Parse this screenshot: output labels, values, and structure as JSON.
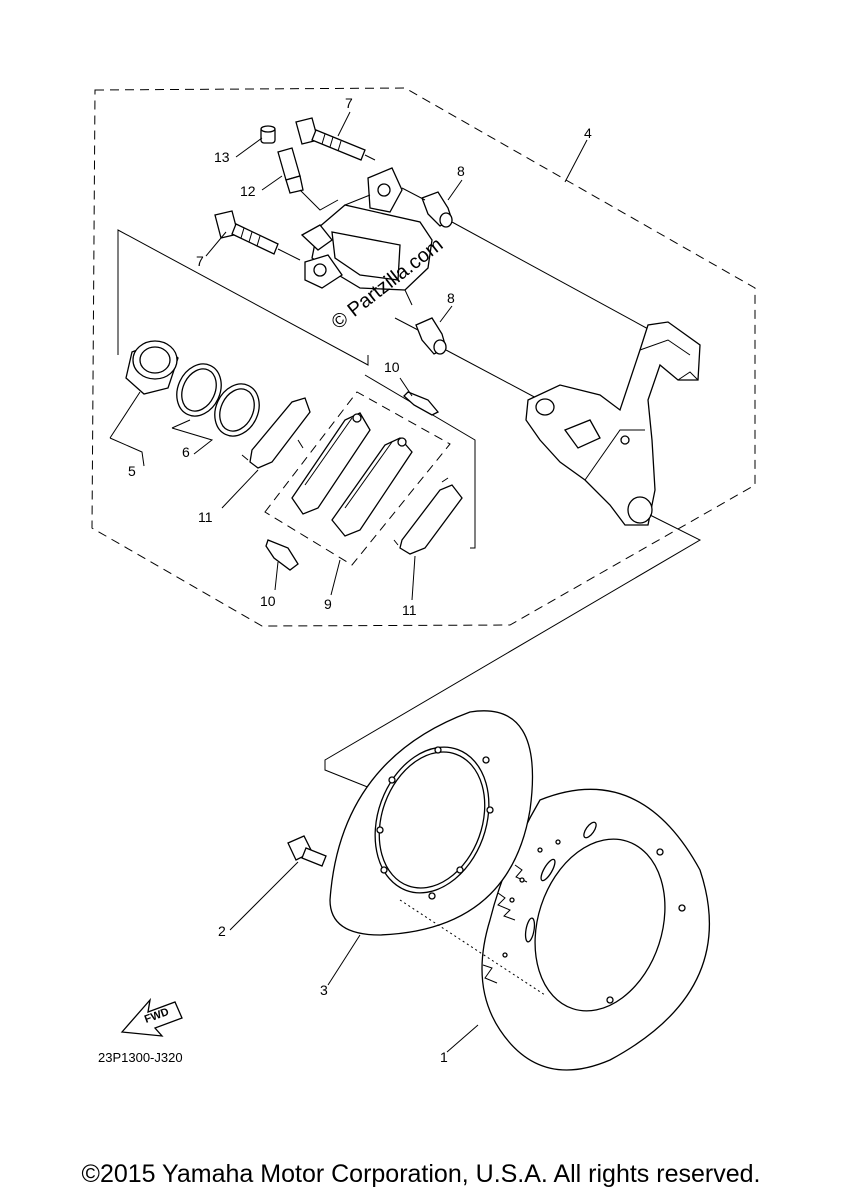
{
  "callouts": {
    "c1": "1",
    "c2": "2",
    "c3": "3",
    "c4": "4",
    "c5": "5",
    "c6": "6",
    "c7a": "7",
    "c7b": "7",
    "c8a": "8",
    "c8b": "8",
    "c9": "9",
    "c10a": "10",
    "c10b": "10",
    "c11a": "11",
    "c11b": "11",
    "c12": "12",
    "c13": "13"
  },
  "fwd_label": "FWD",
  "diagram_code": "23P1300-J320",
  "watermark": "© Partzilla.com",
  "copyright": "©2015 Yamaha Motor Corporation, U.S.A. All rights reserved."
}
